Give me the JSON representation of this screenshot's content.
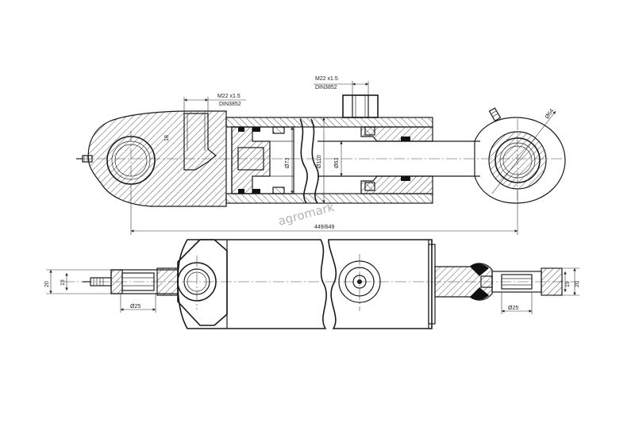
{
  "watermark": "agromark",
  "top_view": {
    "port_left_thread": "M22 x1.5",
    "port_left_std": "DIN3852",
    "port_right_thread": "M22 x1.5",
    "port_right_std": "DIN3852",
    "dia_piston_seal": "Ø73",
    "dia_bore": "Ø110",
    "dia_rod": "Ø63",
    "dia_rod_eye": "Ø64",
    "dim_body_left": "18",
    "length_label": "449/649"
  },
  "bottom_view": {
    "left_width_outer": "20",
    "left_width_inner": "19",
    "left_pin_dia": "Ø25",
    "right_width_outer": "20",
    "right_width_inner": "19",
    "right_pin_dia": "Ø25"
  }
}
